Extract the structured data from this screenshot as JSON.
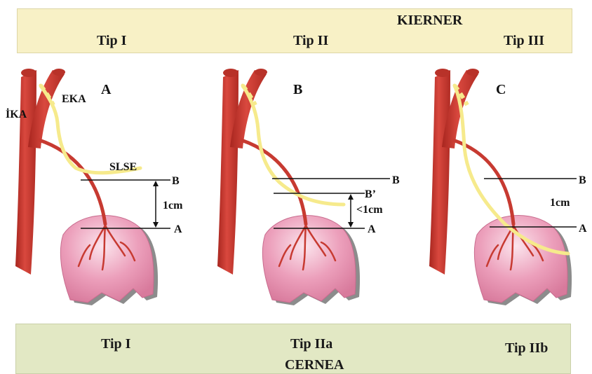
{
  "header": {
    "title": "KIERNER",
    "types": [
      "Tip I",
      "Tip II",
      "Tip III"
    ]
  },
  "footer": {
    "types": [
      "Tip I",
      "Tip IIa",
      "Tip IIb"
    ],
    "title": "CERNEA"
  },
  "labels": {
    "ika": "İKA",
    "eka": "EKA",
    "slse": "SLSE",
    "panel_a": "A",
    "panel_b": "B",
    "panel_c": "C",
    "line_a": "A",
    "line_b": "B",
    "line_b_prime": "B’",
    "dist_1": "1cm",
    "dist_2": "<1cm",
    "dist_3": "1cm"
  },
  "colors": {
    "artery": "#cc3a32",
    "artery_dark": "#a8261f",
    "nerve": "#f6ea8c",
    "gland": "#e89ab5",
    "gland_light": "#f6d2df",
    "header_bg": "#f8f1c6",
    "footer_bg": "#e2e8c4"
  }
}
